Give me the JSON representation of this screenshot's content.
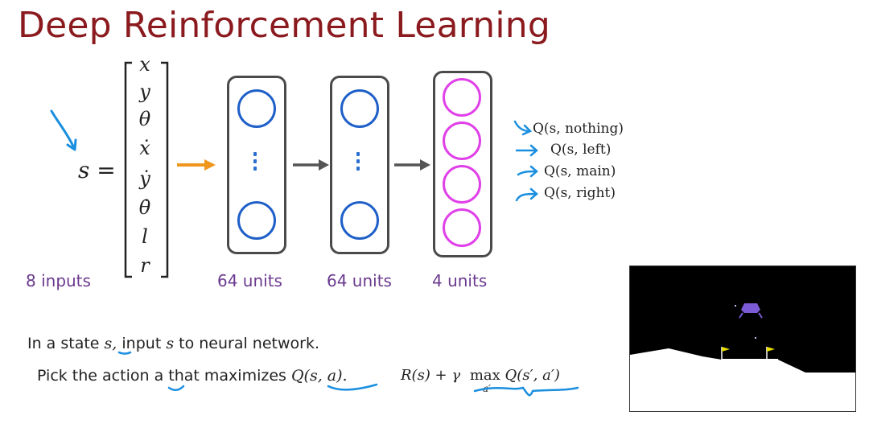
{
  "title": "Deep Reinforcement Learning",
  "state": {
    "lhs": "s =",
    "variables": [
      "x",
      "y",
      "θ",
      "ẋ",
      "ẏ",
      "θ̇",
      "l",
      "r"
    ]
  },
  "layers": {
    "inputs_label": "8 inputs",
    "hidden1_label": "64 units",
    "hidden2_label": "64 units",
    "output_label": "4 units"
  },
  "outputs": [
    "Q(s, nothing)",
    "Q(s, left)",
    "Q(s, main)",
    "Q(s, right)"
  ],
  "bottom": {
    "line1_a": "In a state",
    "line1_s": "s,",
    "line1_b": "input",
    "line1_s2": "s",
    "line1_c": "to neural network.",
    "line2_a": "Pick the action",
    "line2_a_var": "a",
    "line2_b": "that maximizes",
    "line2_q": "Q(s, a).",
    "formula_r": "R(s) + γ",
    "formula_max": "max",
    "formula_sub": "a′",
    "formula_q": "Q(s′, a′)"
  },
  "colors": {
    "title": "#8b1a1f",
    "annotation_blue": "#1a8fe0",
    "node_blue": "#1f5fc8",
    "node_pink": "#e040e8",
    "input_arrow": "#f0961e",
    "label_purple": "#6b3a8f"
  },
  "icons": {
    "input_arrow": "orange-arrow-icon",
    "layer_arrow": "gray-arrow-icon",
    "output_arrow": "blue-arrow-icon"
  }
}
